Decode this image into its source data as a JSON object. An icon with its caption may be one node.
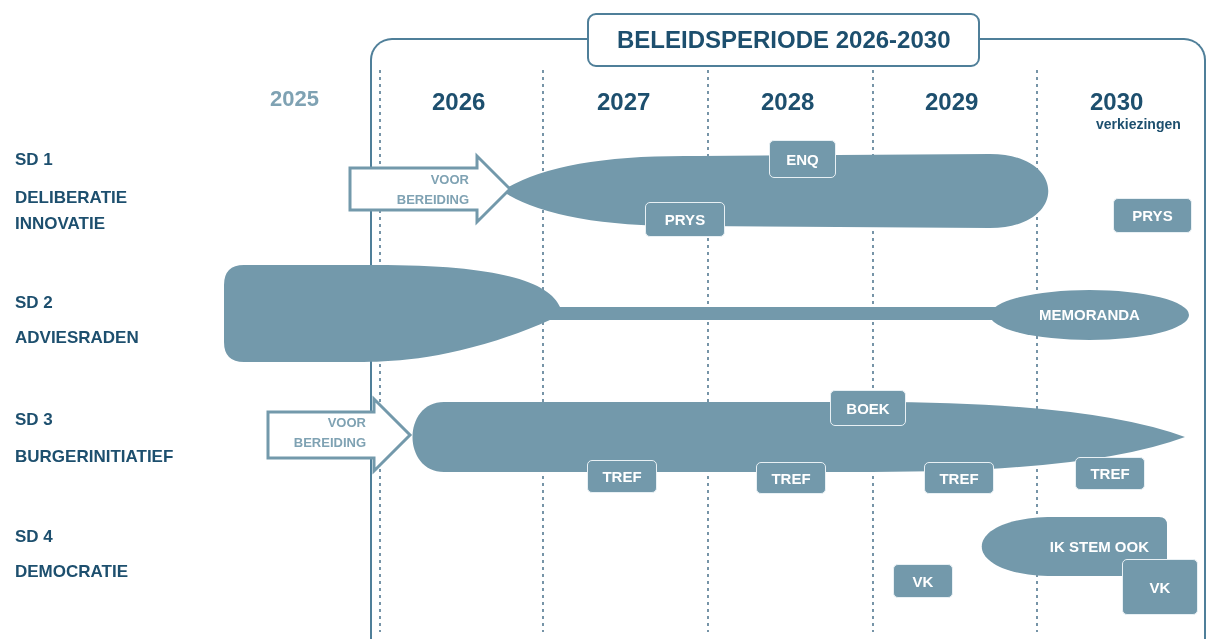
{
  "diagram": {
    "nodes": [
      {
        "text": [
          "BELEIDSPERIODE 2026-2030"
        ]
      },
      {
        "text": [],
        "shape": "bar",
        "in": 0
      },
      {
        "text": [
          "ENQ"
        ],
        "in": 0
      },
      {
        "text": [
          "PRYS"
        ],
        "in": 0
      },
      {
        "text": [
          "PRYS"
        ],
        "in": 0
      },
      {
        "text": [],
        "shape": "bar"
      },
      {
        "text": [
          "MEMORANDA"
        ],
        "in": 0
      },
      {
        "text": [],
        "shape": "bar",
        "in": 0
      },
      {
        "text": [
          "BOEK"
        ],
        "in": 0
      },
      {
        "text": [
          "TREF"
        ],
        "in": 0
      },
      {
        "text": [
          "TREF"
        ],
        "in": 0
      },
      {
        "text": [
          "TREF"
        ],
        "in": 0
      },
      {
        "text": [
          "TREF"
        ],
        "in": 0
      },
      {
        "text": [
          "IK STEM OOK"
        ],
        "in": 0
      },
      {
        "text": [
          "VK"
        ],
        "in": 0
      },
      {
        "text": [
          "VK"
        ],
        "in": 0
      }
    ],
    "edges": [
      {
        "from": null,
        "to": 1,
        "arrow": "to",
        "label": "VOOR BEREIDING"
      },
      {
        "from": null,
        "to": 7,
        "arrow": "to",
        "label": "VOOR BEREIDING"
      }
    ],
    "labels": [
      "2025",
      "2026",
      "2027",
      "2028",
      "2029",
      "2030",
      "verkiezingen",
      "SD 1",
      "DELIBERATIE INNOVATIE",
      "SD 2",
      "ADVIESRADEN",
      "SD 3",
      "BURGERINITIATIEF",
      "SD 4",
      "DEMOCRATIE"
    ]
  }
}
